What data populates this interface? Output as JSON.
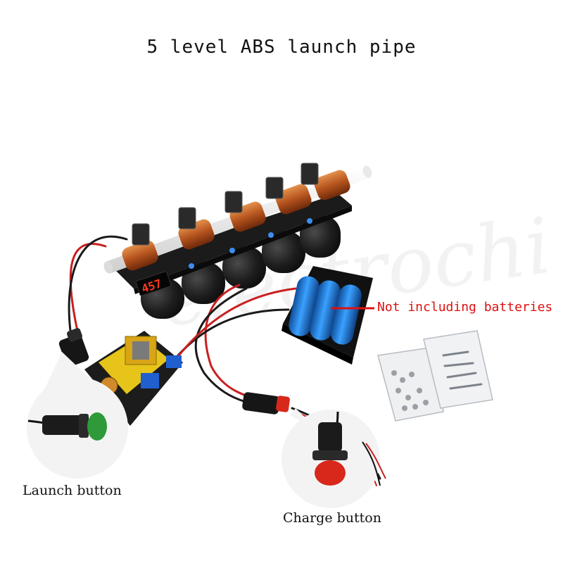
{
  "title": "5 level ABS launch pipe",
  "callouts": {
    "batteries": "Not including batteries",
    "launch": "Launch button",
    "charge": "Charge button"
  },
  "display_readout": "457",
  "watermark": "electrochi",
  "colors": {
    "annotation_red": "#e01010",
    "coil_copper": "#b5531e",
    "battery_blue": "#1f7fd6",
    "pcb_black": "#1a1a1a",
    "transformer_yellow": "#e7c41a",
    "launch_button_green": "#2e9a3a",
    "charge_button_red": "#d8271b"
  }
}
